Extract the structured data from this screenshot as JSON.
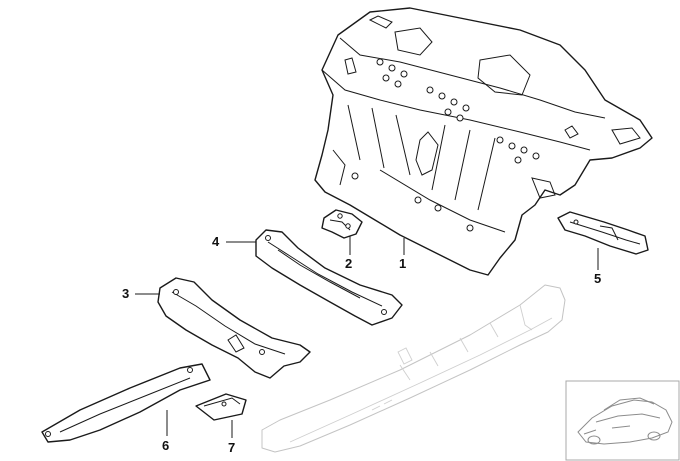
{
  "callouts": [
    {
      "id": "1",
      "label": "1"
    },
    {
      "id": "2",
      "label": "2"
    },
    {
      "id": "3",
      "label": "3"
    },
    {
      "id": "4",
      "label": "4"
    },
    {
      "id": "5",
      "label": "5"
    },
    {
      "id": "6",
      "label": "6"
    },
    {
      "id": "7",
      "label": "7"
    }
  ],
  "icons": {
    "thumbnail": "car-thumbnail-icon"
  },
  "colors": {
    "line": "#1a1a1a",
    "ghost": "#c4c4c4",
    "background": "#ffffff"
  }
}
